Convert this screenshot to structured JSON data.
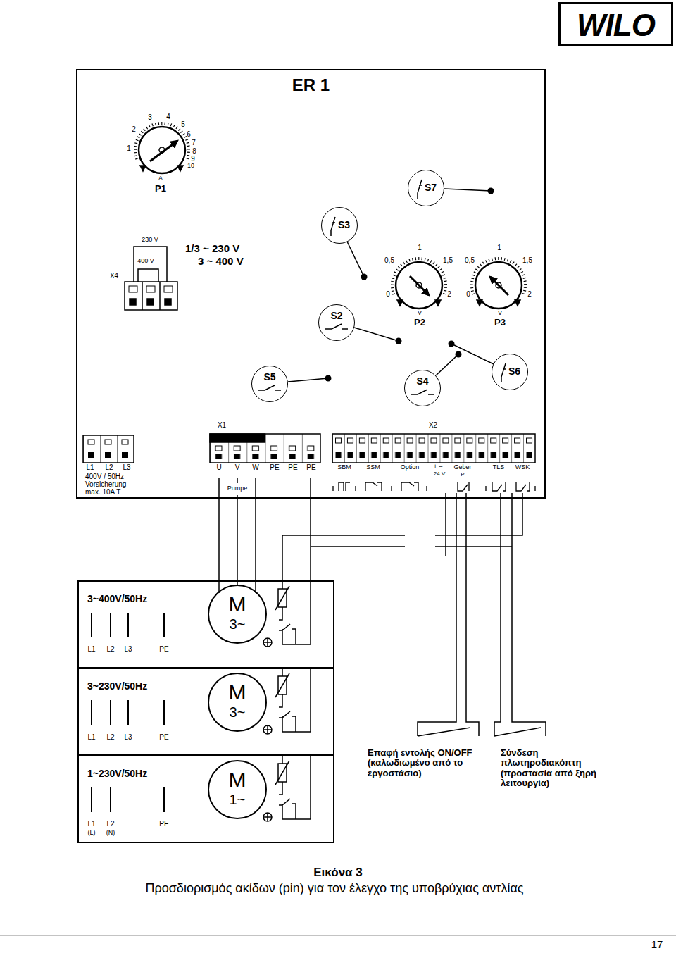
{
  "diagram": {
    "caption": "Προσδιορισμός ακίδων (pin) για τον έλεγχο της υποβρύχιας αντλίας",
    "nodes": [
      {
        "text": [
          "WILO"
        ]
      },
      {
        "text": [
          "ER 1"
        ]
      },
      {
        "text": [
          "S7"
        ],
        "in": 1
      },
      {
        "text": [
          "S3"
        ],
        "in": 1
      },
      {
        "text": [
          "S2"
        ],
        "in": 1
      },
      {
        "text": [
          "S6"
        ],
        "in": 1
      },
      {
        "text": [
          "S5"
        ],
        "in": 1
      },
      {
        "text": [
          "S4"
        ],
        "in": 1
      },
      {
        "text": [
          "3~400V/50Hz"
        ]
      },
      {
        "text": [
          "M",
          "3~"
        ],
        "in": 8
      },
      {
        "text": [
          "3~230V/50Hz"
        ]
      },
      {
        "text": [
          "M",
          "3~"
        ],
        "in": 10
      },
      {
        "text": [
          "1~230V/50Hz"
        ]
      },
      {
        "text": [
          "M",
          "1~"
        ],
        "in": 12
      }
    ],
    "edges": [
      {
        "from": 1,
        "to": 9,
        "arrow": "none"
      }
    ],
    "labels": [
      "1",
      "2",
      "3",
      "4",
      "5",
      "6",
      "7",
      "8",
      "9",
      "10",
      "A",
      "P1",
      "230 V",
      "400 V",
      "X4",
      "1/3 ~ 230 V",
      "3 ~ 400 V",
      "0,5",
      "1",
      "1,5",
      "0",
      "2",
      "V",
      "P2",
      "0,5",
      "1",
      "1,5",
      "0",
      "2",
      "V",
      "P3",
      "X1",
      "X2",
      "L1",
      "L2",
      "L3",
      "400V / 50Hz Vorsicherung max. 10A T",
      "U",
      "V",
      "W",
      "PE",
      "PE",
      "PE",
      "Pumpe",
      "SBM",
      "SSM",
      "Option",
      "+ –",
      "24 V",
      "Geber",
      "P",
      "TLS",
      "WSK",
      "L1",
      "L2",
      "L3",
      "PE",
      "L1",
      "L2",
      "L3",
      "PE",
      "L1",
      "L2",
      "PE",
      "(L)",
      "(N)",
      "Επαφή εντολής ON/OFF (καλωδιωμένο από το εργοστάσιο)",
      "Σύνδεση πλωτηροδιακόπτη (προστασία από ξηρή λειτουργία)",
      "Εικόνα 3",
      "17"
    ]
  }
}
